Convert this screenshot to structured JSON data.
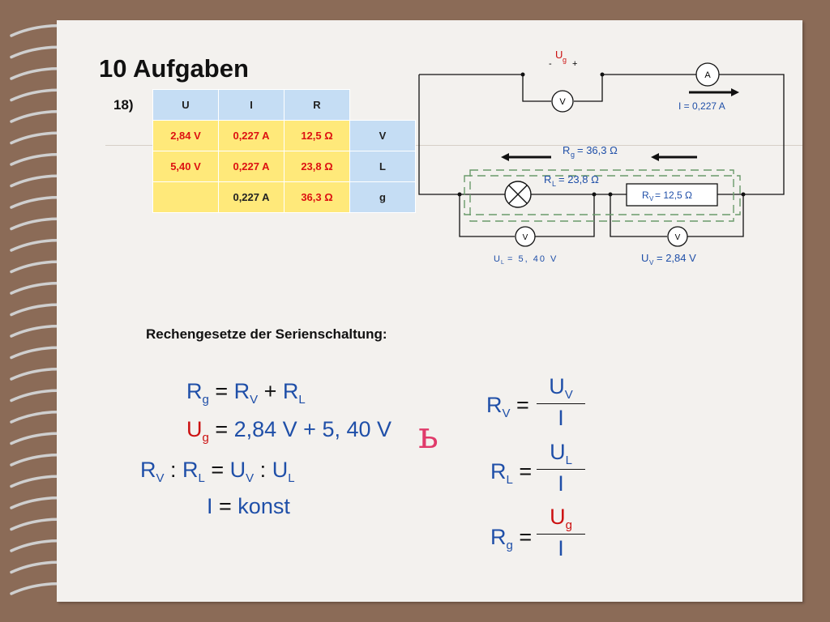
{
  "title": "10 Aufgaben",
  "task_number": "18)",
  "table": {
    "headers": [
      "U",
      "I",
      "R"
    ],
    "rows": [
      {
        "u": "2,84 V",
        "i": "0,227 A",
        "r": "12,5 Ω",
        "label": "V"
      },
      {
        "u": "5,40 V",
        "i": "0,227 A",
        "r": "23,8 Ω",
        "label": "L"
      },
      {
        "u": "",
        "i": "0,227 A",
        "r": "36,3 Ω",
        "label": "g"
      }
    ]
  },
  "circuit": {
    "ug_label": "U",
    "ug_sub": "g",
    "minus": "-",
    "plus": "+",
    "voltmeter": "V",
    "ammeter": "A",
    "current": "I = 0,227 A",
    "rg": "R",
    "rg_sub": "g",
    "rg_value": "= 36,3 Ω",
    "rl": "R",
    "rl_sub": "L",
    "rl_value": "= 23,8 Ω",
    "rv": "R",
    "rv_sub": "V",
    "rv_value": "= 12,5 Ω",
    "ul": "U",
    "ul_sub": "L",
    "ul_value": "= 5, 40 V",
    "uv": "U",
    "uv_sub": "V",
    "uv_value": "= 2,84 V"
  },
  "laws_heading": "Rechengesetze der Serienschaltung:",
  "formulas": {
    "f1": {
      "a": "R",
      "a_sub": "g",
      "eq": " = ",
      "b": "R",
      "b_sub": "V",
      "plus": " + ",
      "c": "R",
      "c_sub": "L"
    },
    "f2": {
      "a": "U",
      "a_sub": "g",
      "eq": " = ",
      "rest": "2,84 V + 5, 40 V"
    },
    "f3": {
      "a": "R",
      "a_sub": "V",
      "colon": " : ",
      "b": "R",
      "b_sub": "L",
      "eq": " = ",
      "c": "U",
      "c_sub": "V",
      "colon2": " : ",
      "d": "U",
      "d_sub": "L"
    },
    "f4": {
      "a": "I",
      "eq": " = ",
      "rest": "konst"
    },
    "rv": {
      "lhs": "R",
      "lhs_sub": "V",
      "eq": " = ",
      "num": "U",
      "num_sub": "V",
      "den": "I"
    },
    "rl": {
      "lhs": "R",
      "lhs_sub": "L",
      "eq": " = ",
      "num": "U",
      "num_sub": "L",
      "den": "I"
    },
    "rg": {
      "lhs": "R",
      "lhs_sub": "g",
      "eq": " = ",
      "num": "U",
      "num_sub": "g",
      "den": "I"
    }
  },
  "cursor_mark": "ь",
  "colors": {
    "accent_red": "#cc1111",
    "value_blue": "#1f4fa8",
    "cell_yellow": "#ffe97a",
    "cell_blue": "#c5ddf4"
  }
}
